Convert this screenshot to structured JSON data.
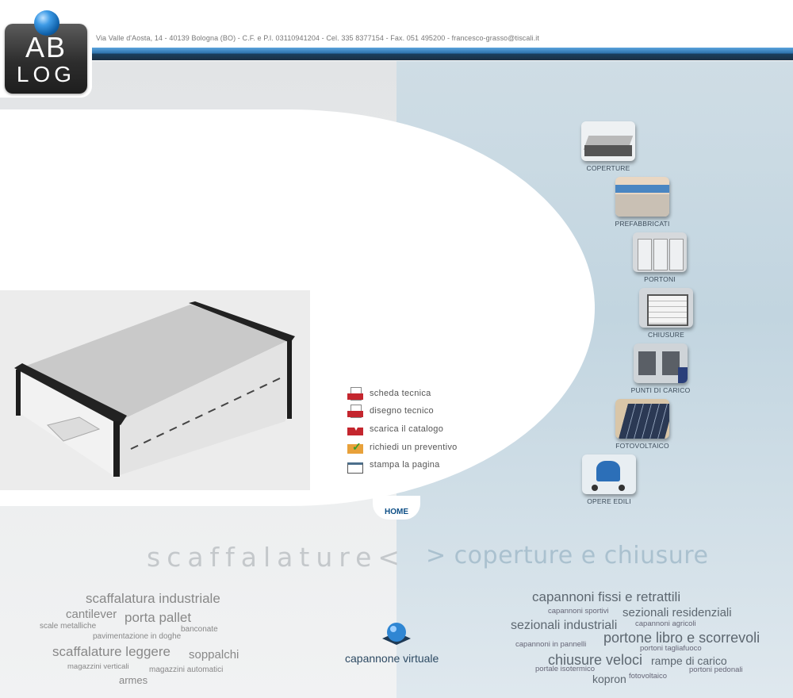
{
  "header": {
    "contact": "Via Valle d'Aosta, 14 - 40139 Bologna (BO) - C.F. e P.I. 03110941204 - Cel. 335 8377154 - Fax. 051 495200 - francesco-grasso@tiscali.it"
  },
  "logo": {
    "line1": "AB",
    "line2": "LOG"
  },
  "actions": [
    {
      "label": "scheda tecnica",
      "icon": "doc-icon"
    },
    {
      "label": "disegno tecnico",
      "icon": "drawing-icon"
    },
    {
      "label": "scarica il catalogo",
      "icon": "download-icon"
    },
    {
      "label": "richiedi un preventivo",
      "icon": "check-icon"
    },
    {
      "label": "stampa la pagina",
      "icon": "print-icon"
    }
  ],
  "categories": [
    {
      "label": "COPERTURE",
      "icon": "building-icon"
    },
    {
      "label": "PREFABBRICATI",
      "icon": "prefab-icon"
    },
    {
      "label": "PORTONI",
      "icon": "door-icon"
    },
    {
      "label": "CHIUSURE",
      "icon": "shutter-icon"
    },
    {
      "label": "PUNTI DI CARICO",
      "icon": "loading-dock-icon"
    },
    {
      "label": "FOTOVOLTAICO",
      "icon": "solar-panel-icon"
    },
    {
      "label": "OPERE EDILI",
      "icon": "cement-mixer-icon"
    }
  ],
  "nav": {
    "home": "HOME"
  },
  "sections": {
    "left_title": "scaffalature<",
    "right_title": "> coperture e chiusure",
    "virtual": "capannone virtuale"
  },
  "left_tags": [
    "scaffalatura industriale",
    "cantilever",
    "porta pallet",
    "scale metalliche",
    "banconate",
    "pavimentazione in doghe",
    "scaffalature leggere",
    "soppalchi",
    "magazzini verticali",
    "magazzini automatici",
    "armes"
  ],
  "right_tags": [
    "capannoni fissi e retrattili",
    "capannoni sportivi",
    "sezionali residenziali",
    "sezionali industriali",
    "capannoni agricoli",
    "capannoni in pannelli",
    "portone libro e scorrevoli",
    "portoni tagliafuoco",
    "chiusure veloci",
    "rampe di carico",
    "portale isotermico",
    "portoni pedonali",
    "kopron",
    "fotovoltaico"
  ],
  "colors": {
    "accent": "#2b6aa3",
    "dark": "#1b3045",
    "home": "#0e4f86"
  }
}
